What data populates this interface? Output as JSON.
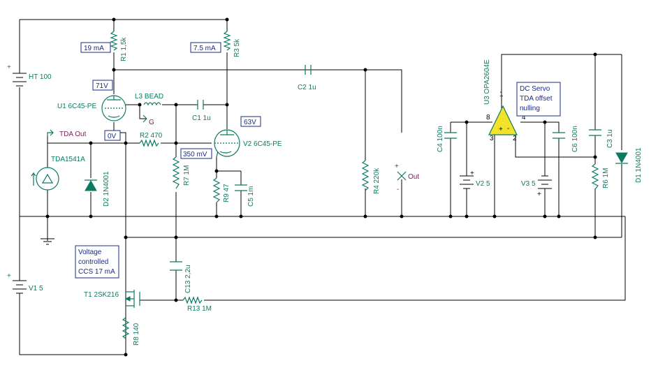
{
  "labels": {
    "ht": "HT 100",
    "v1": "V1 5",
    "r1": "R1 1,5k",
    "r3": "R3 5k",
    "u1": "U1 6C45-PE",
    "v2": "V2 6C45-PE",
    "l3": "L3 BEAD",
    "g": "G",
    "c1": "C1 1u",
    "c2": "C2 1u",
    "r2": "R2 470",
    "tda_out": "TDA Out",
    "tda": "TDA1541A",
    "d2": "D2 1N4001",
    "r7": "R7 1M",
    "r9": "R9 47",
    "c5": "C5 1m",
    "r4": "R4 220k",
    "out": "Out",
    "c4": "C4 100n",
    "v2src": "V2 5",
    "u3": "U3 OPA2604E",
    "pin1": "1",
    "pin2": "2",
    "pin3": "3",
    "pin4": "4",
    "pin8": "8",
    "v3": "V3 5",
    "c6": "C6 100n",
    "c3": "C3 1u",
    "r6": "R6 1M",
    "d1": "D1 1N4001",
    "t1": "T1 2SK216",
    "c13": "C13 2,2u",
    "r13": "R13 1M",
    "r8": "R8 140",
    "plus": "+",
    "minus": "-"
  },
  "readouts": {
    "i_r1": "19 mA",
    "i_r3": "7.5 mA",
    "v_u1": "71V",
    "v_v2": "63V",
    "v_tda": "0V",
    "v_cath": "350 mV"
  },
  "notes": {
    "ccs": [
      "Voltage",
      "controlled",
      "CCS 17 mA"
    ],
    "servo": [
      "DC Servo",
      "TDA offset",
      "nulling"
    ]
  }
}
